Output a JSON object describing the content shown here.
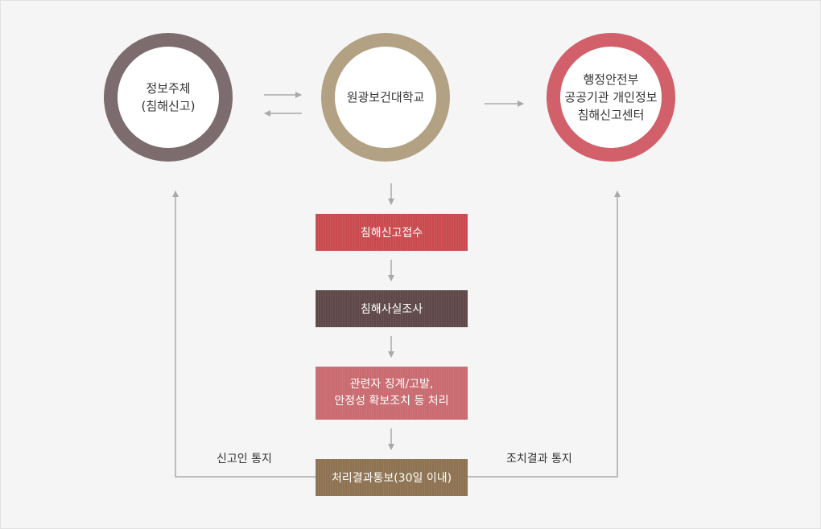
{
  "nodes": {
    "subject": {
      "line1": "정보주체",
      "line2": "(침해신고)"
    },
    "university": {
      "line1": "원광보건대학교"
    },
    "center": {
      "line1": "행정안전부",
      "line2": "공공기관 개인정보",
      "line3": "침해신고센터"
    }
  },
  "steps": {
    "receive": "침해신고접수",
    "investigate": "침해사실조사",
    "action_line1": "관련자 징계/고발,",
    "action_line2": "안정성 확보조치 등 처리",
    "notify": "처리결과통보(30일 이내)"
  },
  "labels": {
    "left": "신고인 통지",
    "right": "조치결과 통지"
  },
  "colors": {
    "subject_ring": "#7c6c6d",
    "university_ring": "#b3a183",
    "center_ring": "#d1606a",
    "receive_box": "#c94b4f",
    "investigate_box": "#5f4849",
    "action_box": "#c96b70",
    "notify_box": "#8d7352",
    "arrow": "#a9a9a9"
  }
}
